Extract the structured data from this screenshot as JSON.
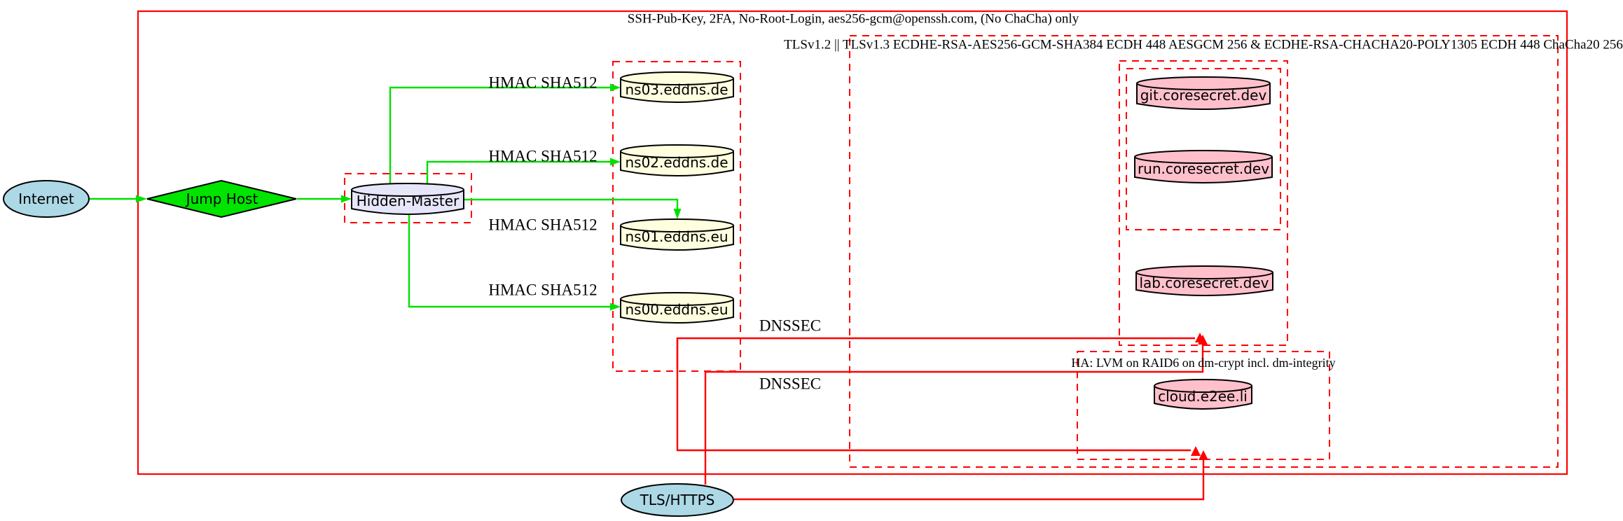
{
  "diagram": {
    "clusters": {
      "ssh_label": "SSH-Pub-Key, 2FA, No-Root-Login, aes256-gcm@openssh.com, (No ChaCha) only",
      "tls_label": "TLSv1.2 || TLSv1.3 ECDHE-RSA-AES256-GCM-SHA384 ECDH 448 AESGCM 256 & ECDHE-RSA-CHACHA20-POLY1305 ECDH 448 ChaCha20 256",
      "ha_label": "HA: LVM on RAID6 on dm-crypt incl. dm-integrity"
    },
    "nodes": {
      "internet": "Internet",
      "jump_host": "Jump Host",
      "hidden_master": "Hidden-Master",
      "ns03": "ns03.eddns.de",
      "ns02": "ns02.eddns.de",
      "ns01": "ns01.eddns.eu",
      "ns00": "ns00.eddns.eu",
      "git": "git.coresecret.dev",
      "run": "run.coresecret.dev",
      "lab": "lab.coresecret.dev",
      "cloud": "cloud.e2ee.li",
      "tls_https": "TLS/HTTPS"
    },
    "edge_labels": {
      "hmac": "HMAC SHA512",
      "dnssec": "DNSSEC"
    },
    "colors": {
      "box_red": "#ff0000",
      "edge_green": "#00e000",
      "node_lightblue": "#add8e6",
      "node_green": "#00e400",
      "node_lavender": "#e6e6fa",
      "node_lightyellow": "#ffffe0",
      "node_pink": "#ffc0cb",
      "stroke_black": "#000000",
      "background": "#ffffff"
    }
  }
}
